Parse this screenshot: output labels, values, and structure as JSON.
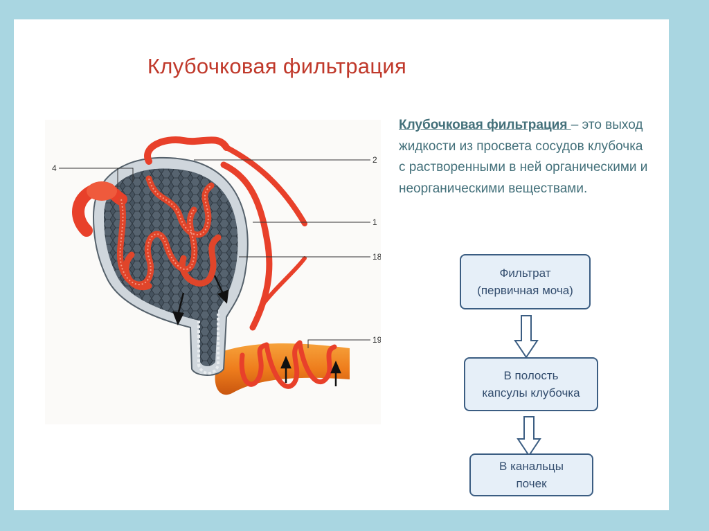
{
  "title": "Клубочковая фильтрация",
  "definition": {
    "term": "Клубочковая фильтрация ",
    "text": "– это выход жидкости из просвета сосудов  клубочка с растворенными в ней органическими и неорганическими веществами."
  },
  "flow": [
    {
      "line1": "Фильтрат",
      "line2": "(первичная моча)"
    },
    {
      "line1": "В полость",
      "line2": "капсулы  клубочка"
    },
    {
      "line1": "В  канальцы",
      "line2": "почек"
    }
  ],
  "illustration": {
    "labels": {
      "l4": "4",
      "l2": "2",
      "l1": "1",
      "l18": "18",
      "l19": "19"
    },
    "colors": {
      "vessel": "#e8402a",
      "capsule": "#3d4a55",
      "tubule": "#f08a1e"
    }
  }
}
